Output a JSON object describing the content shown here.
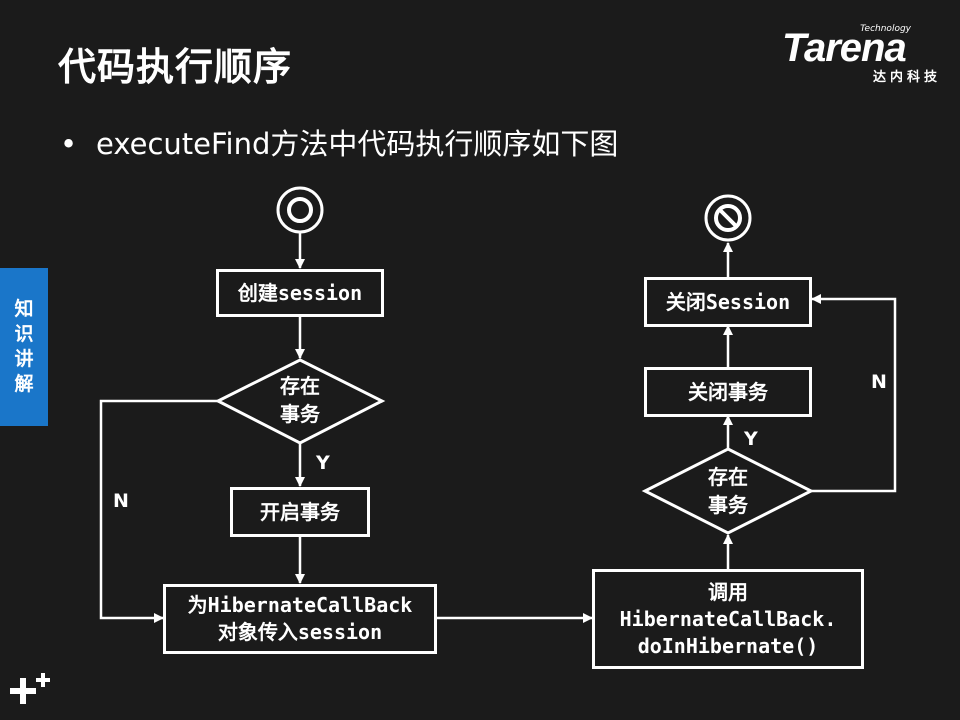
{
  "slide": {
    "title": "代码执行顺序",
    "bullet": "executeFind方法中代码执行顺序如下图",
    "bullet_marker": "•"
  },
  "logo": {
    "technology": "Technology",
    "brand": "Tarena",
    "subtitle": "达内科技"
  },
  "side_tab": {
    "chars": [
      "知",
      "识",
      "讲",
      "解"
    ]
  },
  "flow": {
    "create_session": "创建session",
    "exist_tx_1": [
      "存在",
      "事务"
    ],
    "begin_tx": "开启事务",
    "pass_session": [
      "为HibernateCallBack",
      "对象传入session"
    ],
    "call_callback": [
      "调用",
      "HibernateCallBack.",
      "doInHibernate()"
    ],
    "exist_tx_2": [
      "存在",
      "事务"
    ],
    "close_tx": "关闭事务",
    "close_session": "关闭Session",
    "label_y1": "Y",
    "label_n1": "N",
    "label_y2": "Y",
    "label_n2": "N"
  },
  "colors": {
    "background": "#1b1b1b",
    "foreground": "#ffffff",
    "side_tab": "#1a76c9"
  }
}
